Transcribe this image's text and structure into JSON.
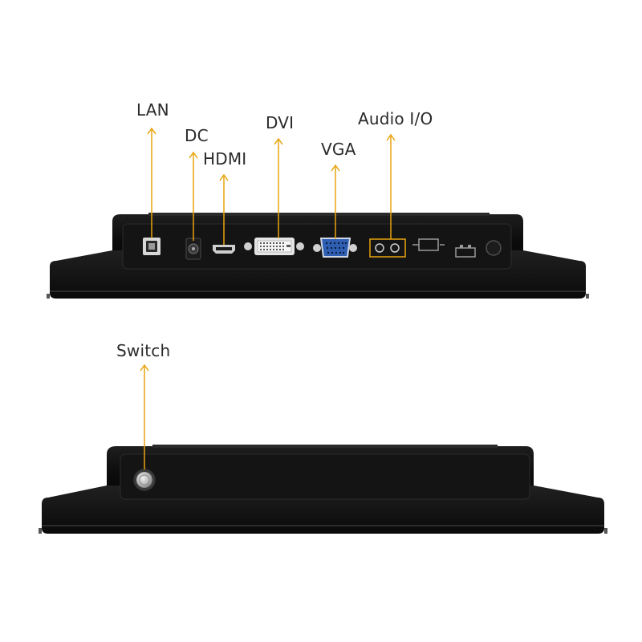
{
  "labels": {
    "lan": "LAN",
    "dc": "DC",
    "hdmi": "HDMI",
    "dvi": "DVI",
    "vga": "VGA",
    "audio": "Audio I/O",
    "switch": "Switch"
  },
  "colors": {
    "callout": "#e8a30e",
    "body": "#0d0d0d",
    "vga_connector": "#2f5fb3",
    "audio_highlight": "#e8a30e"
  }
}
